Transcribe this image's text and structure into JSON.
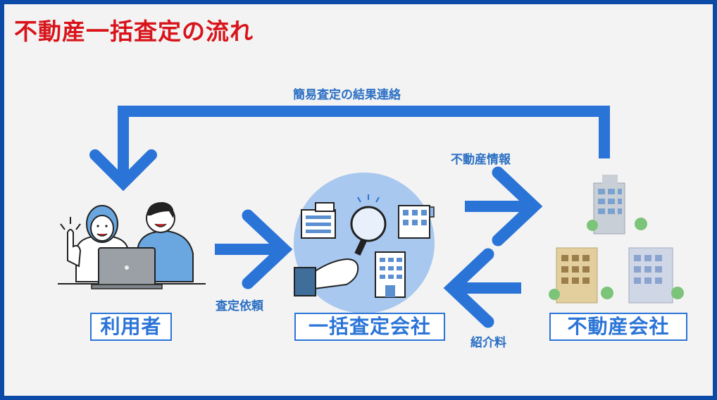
{
  "title": "不動産一括査定の流れ",
  "labels": {
    "feedback": "簡易査定の結果連絡",
    "request": "査定依頼",
    "property_info": "不動産情報",
    "referral_fee": "紹介料"
  },
  "nodes": {
    "user": "利用者",
    "aggregator": "一括査定会社",
    "company": "不動産会社"
  },
  "colors": {
    "frame": "#0b4aa6",
    "arrow": "#2a74d8",
    "title": "#d8141b",
    "label": "#2a6fc4"
  },
  "icons": [
    "people-with-laptop-icon",
    "magnifier-over-buildings-icon",
    "office-buildings-icon"
  ]
}
